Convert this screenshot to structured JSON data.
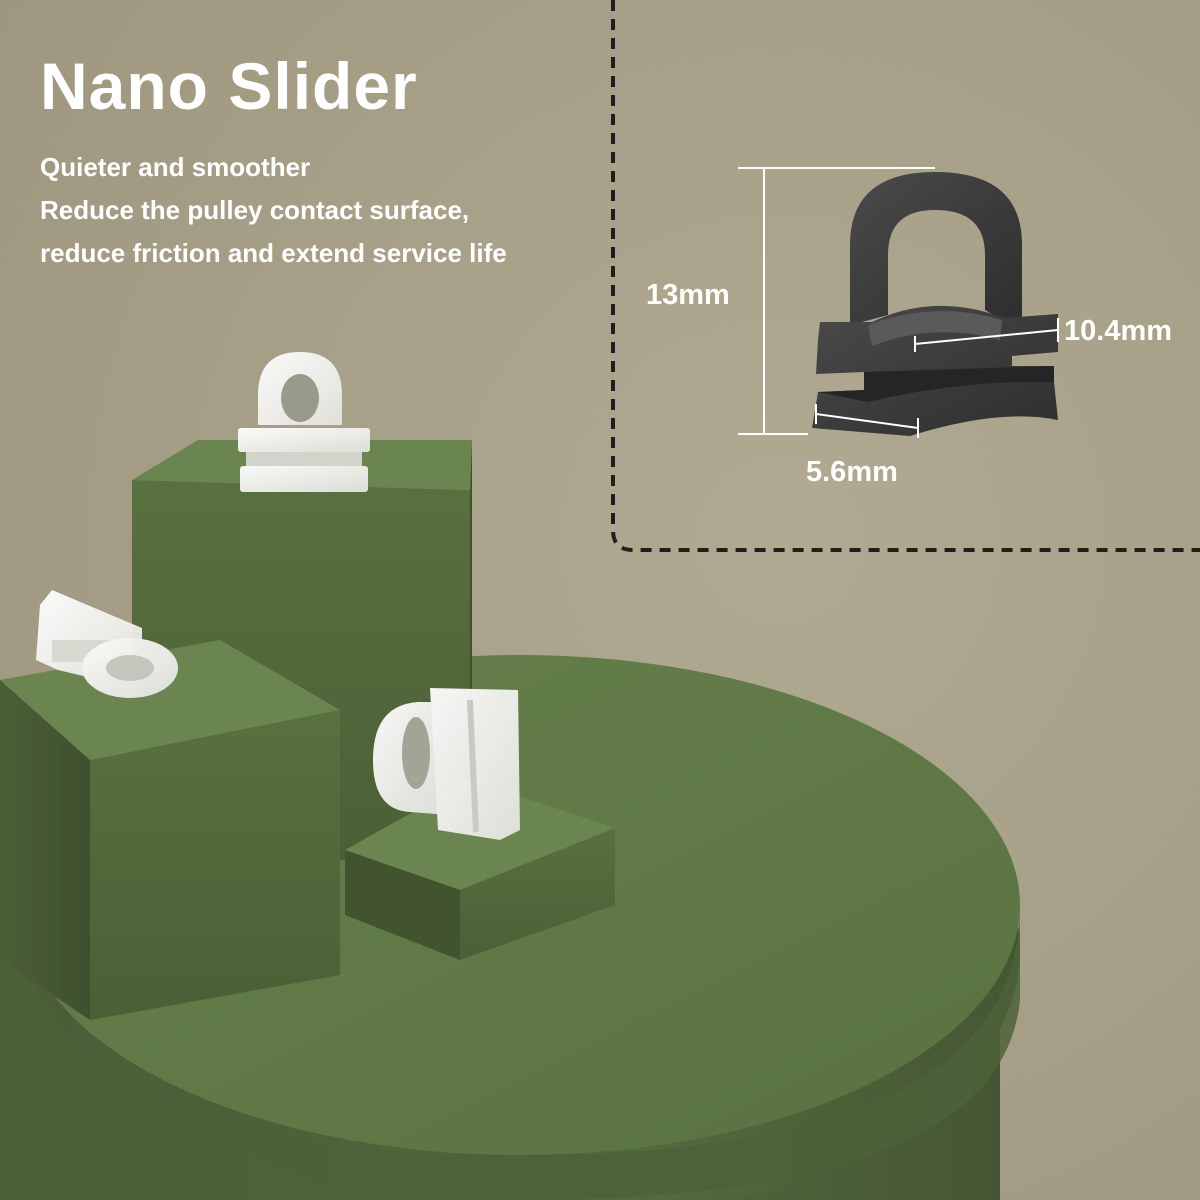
{
  "headline": "Nano Slider",
  "features": [
    "Quieter and smoother",
    "Reduce the pulley contact surface,",
    "reduce friction and extend service life"
  ],
  "dimensions": {
    "height": "13mm",
    "width": "10.4mm",
    "depth": "5.6mm"
  },
  "colors": {
    "background": "#a9a18a",
    "pedestal_green": "#546a3e",
    "slider_dark": "#3a3a3a",
    "slider_frosted": "#f2f2ee",
    "text": "#ffffff"
  }
}
